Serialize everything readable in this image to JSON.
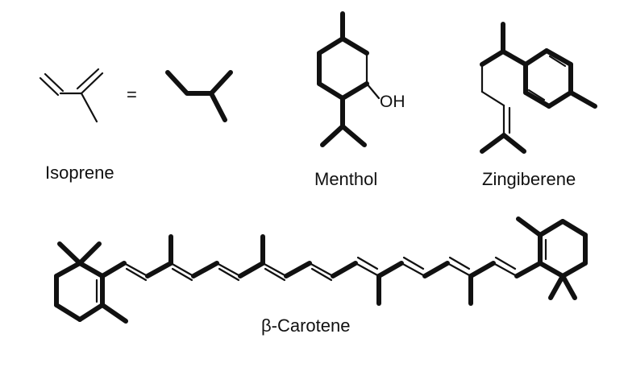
{
  "molecules": {
    "isoprene": {
      "name": "Isoprene",
      "equals": "="
    },
    "menthol": {
      "name": "Menthol",
      "substituent": "OH"
    },
    "zingiberene": {
      "name": "Zingiberene"
    },
    "carotene": {
      "name": "β-Carotene"
    }
  },
  "colors": {
    "ink": "#111111",
    "background": "#ffffff"
  }
}
